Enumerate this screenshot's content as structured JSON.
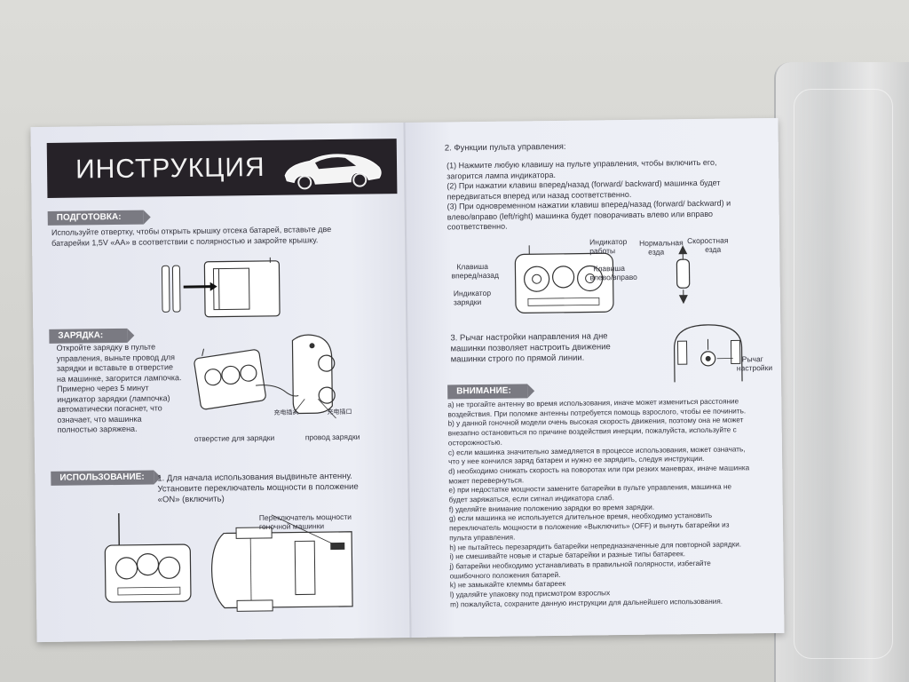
{
  "left": {
    "title": "ИНСТРУКЦИЯ",
    "prep": {
      "heading": "ПОДГОТОВКА:",
      "text": "Используйте отвертку, чтобы открыть крышку отсека батарей, вставьте две батарейки 1,5V «AA» в соответствии с полярностью и закройте крышку."
    },
    "charge": {
      "heading": "ЗАРЯДКА:",
      "lines": [
        "Откройте зарядку в пульте",
        "управления, выньте провод для",
        "зарядки и вставьте в отверстие",
        "на машинке, загорится лампочка.",
        "Примерно через 5 минут",
        "индикатор зарядки (лампочка)",
        "автоматически погаснет, что",
        "означает, что машинка",
        "полностью заряжена."
      ],
      "label_hole": "отверстие для зарядки",
      "label_wire": "провод зарядки",
      "label_cn1": "充电插头",
      "label_cn2": "充电插口"
    },
    "use": {
      "heading": "ИСПОЛЬЗОВАНИЕ:",
      "lines": [
        "1. Для начала использования выдвиньте антенну.",
        "Установите переключатель мощности в положение",
        "«ON» (включить)"
      ],
      "label_switch": "Переключатель мощности",
      "label_switch2": "гоночной машинки"
    }
  },
  "right": {
    "functions": {
      "heading": "2. Функции пульта управления:",
      "lines": [
        "(1) Нажмите любую клавишу на пульте управления, чтобы включить его,",
        "загорится лампа индикатора.",
        "(2) При нажатии клавиш вперед/назад (forward/ backward) машинка будет",
        "передвигаться вперед или назад соответственно.",
        "(3) При одновременном нажатии клавиш вперед/назад (forward/ backward) и",
        "влево/вправо (left/right) машинка будет поворачивать влево или вправо",
        "соответственно."
      ]
    },
    "remote_labels": {
      "work_indicator": "Индикатор",
      "work_indicator2": "работы",
      "fwd_key": "Клавиша",
      "fwd_key2": "вперед/назад",
      "lr_key": "Клавиша",
      "lr_key2": "влево/вправо",
      "charge_indicator": "Индикатор",
      "charge_indicator2": "зарядки",
      "normal": "Нормальная",
      "normal2": "езда",
      "fast": "Скоростная",
      "fast2": "езда"
    },
    "lever": {
      "lines": [
        "3. Рычаг настройки направления на дне",
        "машинки позволяет настроить движение",
        "машинки строго по прямой линии."
      ],
      "label": "Рычаг",
      "label2": "настройки"
    },
    "warning": {
      "heading": "ВНИМАНИЕ:",
      "lines": [
        "а) не трогайте антенну во время использования, иначе может измениться расстояние",
        "воздействия. При поломке антенны потребуется помощь взрослого, чтобы ее починить.",
        "b) у данной гоночной модели очень высокая скорость движения, поэтому она не может",
        "внезапно остановиться по причине воздействия инерции, пожалуйста, используйте с",
        "осторожностью.",
        "с) если машинка значительно замедляется в процессе использования, может означать,",
        "что у нее кончился заряд батареи и нужно ее зарядить, следуя инструкции.",
        "d) необходимо снижать скорость на поворотах или при резких маневрах, иначе машинка",
        "может перевернуться.",
        "е) при недостатке мощности замените батарейки в пульте управления, машинка не",
        "будет заряжаться, если сигнал индикатора слаб.",
        "f) уделяйте внимание положению зарядки во время зарядки.",
        "g) если машинка не используется длительное время, необходимо установить",
        "переключатель мощности в положение «Выключить» (OFF) и вынуть батарейки из",
        "пульта управления.",
        "h) не пытайтесь перезарядить батарейки непредназначенные для повторной зарядки.",
        "i) не смешивайте новые и старые батарейки и разные типы батареек.",
        "j) батарейки необходимо устанавливать в правильной полярности, избегайте",
        "ошибочного положения батарей.",
        "k) не замыкайте клеммы батареек",
        "l) удаляйте упаковку под присмотром взрослых",
        "m) пожалуйста, сохраните данную инструкции для дальнейшего использования."
      ]
    }
  }
}
